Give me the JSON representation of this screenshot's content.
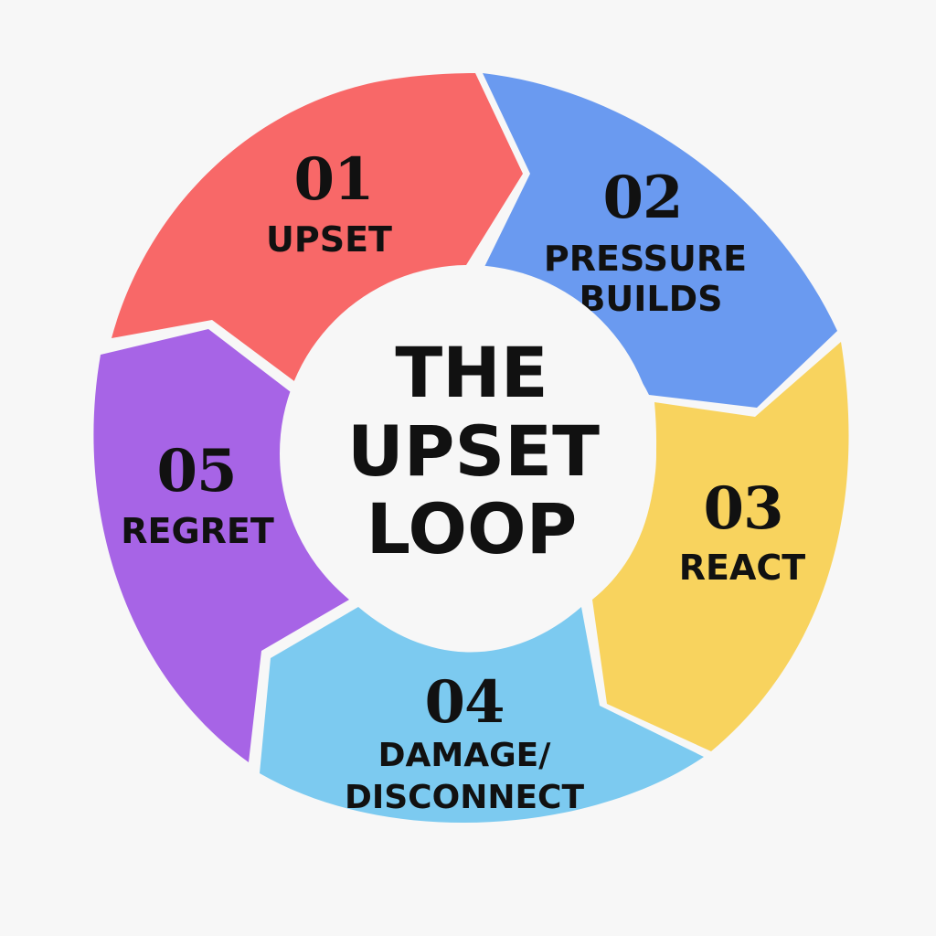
{
  "diagram": {
    "center": {
      "lines": [
        "THE",
        "UPSET",
        "LOOP"
      ]
    },
    "steps": [
      {
        "number": "01",
        "label_lines": [
          "UPSET"
        ],
        "color": "#f86868"
      },
      {
        "number": "02",
        "label_lines": [
          "PRESSURE",
          "BUILDS"
        ],
        "color": "#6a9af0"
      },
      {
        "number": "03",
        "label_lines": [
          "REACT"
        ],
        "color": "#f8d35e"
      },
      {
        "number": "04",
        "label_lines": [
          "DAMAGE/",
          "DISCONNECT"
        ],
        "color": "#7ccaf0"
      },
      {
        "number": "05",
        "label_lines": [
          "REGRET"
        ],
        "color": "#a764e6"
      }
    ],
    "colors": {
      "background": "#f7f7f7",
      "center_circle": "#f7f7f7",
      "separator": "#ffffff",
      "text": "#111111"
    }
  }
}
